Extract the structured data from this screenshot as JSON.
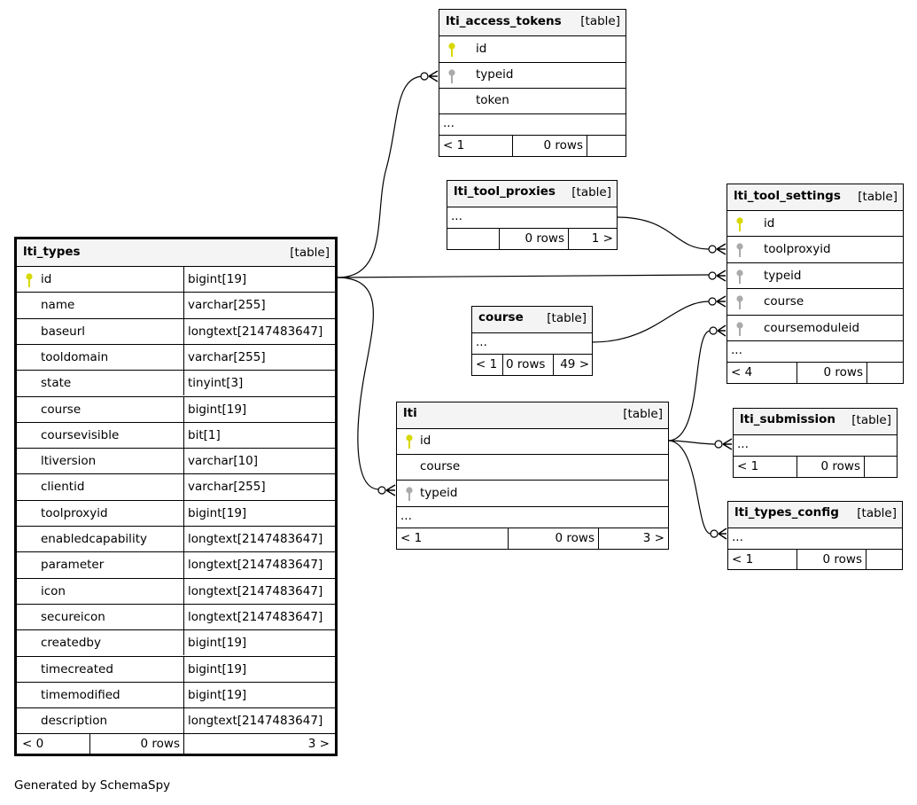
{
  "diagram": {
    "caption": "Generated by SchemaSpy",
    "table_tag": "[table]",
    "colors": {
      "primary_key": "#d8d800",
      "foreign_key": "#aaaaaa",
      "header_bg": "#f4f4f4"
    },
    "lti_types": {
      "name": "lti_types",
      "columns": [
        {
          "name": "id",
          "type": "bigint[19]",
          "key": "primary"
        },
        {
          "name": "name",
          "type": "varchar[255]"
        },
        {
          "name": "baseurl",
          "type": "longtext[2147483647]"
        },
        {
          "name": "tooldomain",
          "type": "varchar[255]"
        },
        {
          "name": "state",
          "type": "tinyint[3]"
        },
        {
          "name": "course",
          "type": "bigint[19]"
        },
        {
          "name": "coursevisible",
          "type": "bit[1]"
        },
        {
          "name": "ltiversion",
          "type": "varchar[10]"
        },
        {
          "name": "clientid",
          "type": "varchar[255]"
        },
        {
          "name": "toolproxyid",
          "type": "bigint[19]"
        },
        {
          "name": "enabledcapability",
          "type": "longtext[2147483647]"
        },
        {
          "name": "parameter",
          "type": "longtext[2147483647]"
        },
        {
          "name": "icon",
          "type": "longtext[2147483647]"
        },
        {
          "name": "secureicon",
          "type": "longtext[2147483647]"
        },
        {
          "name": "createdby",
          "type": "bigint[19]"
        },
        {
          "name": "timecreated",
          "type": "bigint[19]"
        },
        {
          "name": "timemodified",
          "type": "bigint[19]"
        },
        {
          "name": "description",
          "type": "longtext[2147483647]"
        }
      ],
      "footer": {
        "parents": "< 0",
        "rows": "0 rows",
        "children": "3 >"
      }
    },
    "lti_access_tokens": {
      "name": "lti_access_tokens",
      "columns": [
        {
          "name": "id",
          "key": "primary"
        },
        {
          "name": "typeid",
          "key": "foreign"
        },
        {
          "name": "token"
        }
      ],
      "ellipsis": "...",
      "footer": {
        "parents": "< 1",
        "rows": "0 rows",
        "children": ""
      }
    },
    "lti_tool_proxies": {
      "name": "lti_tool_proxies",
      "ellipsis": "...",
      "footer": {
        "parents": "",
        "rows": "0 rows",
        "children": "1 >"
      }
    },
    "lti_tool_settings": {
      "name": "lti_tool_settings",
      "columns": [
        {
          "name": "id",
          "key": "primary"
        },
        {
          "name": "toolproxyid",
          "key": "foreign"
        },
        {
          "name": "typeid",
          "key": "foreign"
        },
        {
          "name": "course",
          "key": "foreign"
        },
        {
          "name": "coursemoduleid",
          "key": "foreign"
        }
      ],
      "ellipsis": "...",
      "footer": {
        "parents": "< 4",
        "rows": "0 rows",
        "children": ""
      }
    },
    "course": {
      "name": "course",
      "ellipsis": "...",
      "footer": {
        "parents": "< 1",
        "rows": "0 rows",
        "children": "49 >"
      }
    },
    "lti": {
      "name": "lti",
      "columns": [
        {
          "name": "id",
          "key": "primary"
        },
        {
          "name": "course"
        },
        {
          "name": "typeid",
          "key": "foreign"
        }
      ],
      "ellipsis": "...",
      "footer": {
        "parents": "< 1",
        "rows": "0 rows",
        "children": "3 >"
      }
    },
    "lti_submission": {
      "name": "lti_submission",
      "ellipsis": "...",
      "footer": {
        "parents": "< 1",
        "rows": "0 rows",
        "children": ""
      }
    },
    "lti_types_config": {
      "name": "lti_types_config",
      "ellipsis": "...",
      "footer": {
        "parents": "< 1",
        "rows": "0 rows",
        "children": ""
      }
    }
  }
}
